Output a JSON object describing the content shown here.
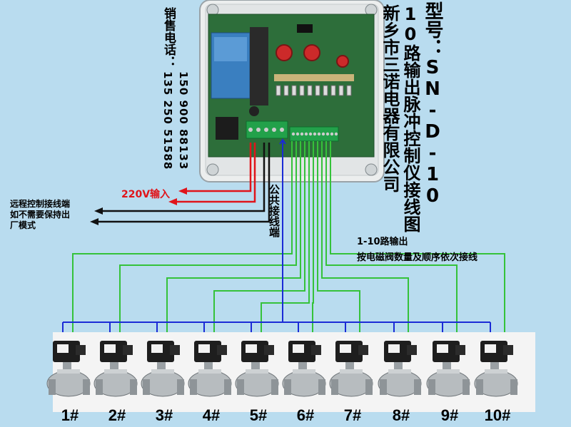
{
  "model_text": "型号：SN-D-10",
  "title_text": "10路输出脉冲控制仪接线图",
  "company_text": "新乡市三诺电器有限公司",
  "sales_label": "销售电话：",
  "phone_1": "150 900 88133",
  "phone_2": "135 250 51588",
  "input_label": "220V输入",
  "remote_label_1": "远程控制接线端",
  "remote_label_2": "如不需要保持出",
  "remote_label_3": "厂模式",
  "common_label": "公共接线端",
  "output_label_1": "1-10路输出",
  "output_label_2": "按电磁阀数量及顺序依次接线",
  "valves": [
    "1#",
    "2#",
    "3#",
    "4#",
    "5#",
    "6#",
    "7#",
    "8#",
    "9#",
    "10#"
  ],
  "colors": {
    "background": "#b9dcef",
    "pcb": "#2d6e3a",
    "wire_green": "#35c23a",
    "wire_blue": "#1b2bd6",
    "wire_red": "#e0141a",
    "wire_black": "#111111",
    "input_text": "#e0141a"
  }
}
